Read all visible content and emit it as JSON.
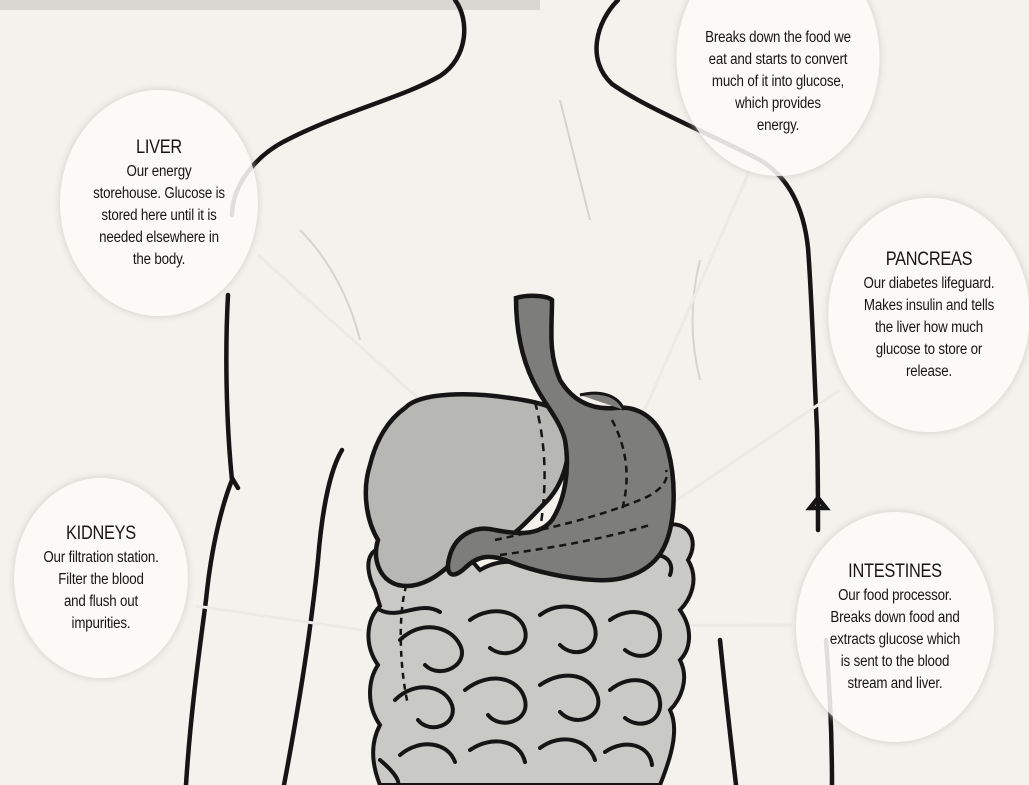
{
  "organs": {
    "stomach": {
      "text": "Breaks down the food we\neat and starts to convert\nmuch of it into glucose,\nwhich provides\nenergy."
    },
    "liver": {
      "title": "LIVER",
      "text": "Our energy\nstorehouse. Glucose is\nstored here until it is\nneeded elsewhere in\nthe body."
    },
    "pancreas": {
      "title": "PANCREAS",
      "text": "Our diabetes lifeguard.\nMakes insulin and tells\nthe liver how much\nglucose to store or\nrelease."
    },
    "kidneys": {
      "title": "KIDNEYS",
      "text": "Our filtration station.\nFilter the blood\nand flush out\nimpurities."
    },
    "intestines": {
      "title": "INTESTINES",
      "text": "Our food processor.\nBreaks down food and\nextracts glucose which\nis sent to the blood\nstream and liver."
    }
  },
  "colors": {
    "liver": "#b7b7b4",
    "stomach": "#7d7d7b",
    "intestines": "#c9c9c6",
    "outline": "#151515"
  }
}
